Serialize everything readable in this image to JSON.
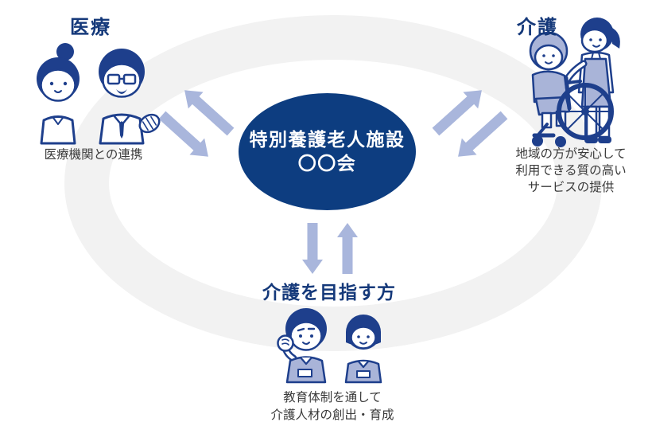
{
  "diagram": {
    "center": {
      "name_line1": "特別養護老人施設",
      "name_line2": "〇〇会"
    },
    "groups": {
      "medical": {
        "title": "医療",
        "caption": "医療機関との連携",
        "icon": "doctor-and-nurse-icon"
      },
      "care": {
        "title": "介護",
        "caption_lines": [
          "地域の方が安心して",
          "利用できる質の高い",
          "サービスの提供"
        ],
        "icon": "elderly-in-wheelchair-with-caregiver-icon"
      },
      "trainees": {
        "title": "介護を目指す方",
        "caption_lines": [
          "教育体制を通して",
          "介護人材の創出・育成"
        ],
        "icon": "two-care-trainees-icon"
      }
    },
    "arrows": {
      "style": "double-headed-exchange",
      "pairs": [
        "center-medical",
        "center-care",
        "center-trainees"
      ]
    },
    "colors": {
      "navy": "#0d3d80",
      "title_navy": "#15397a",
      "outline_navy": "#1e3f8c",
      "arrow_periwinkle": "#a9b6dc",
      "light_fill": "#a9b4d8",
      "ring_gray": "#f2f2f2",
      "caption_text": "#3a3a3a",
      "background": "#ffffff"
    }
  }
}
